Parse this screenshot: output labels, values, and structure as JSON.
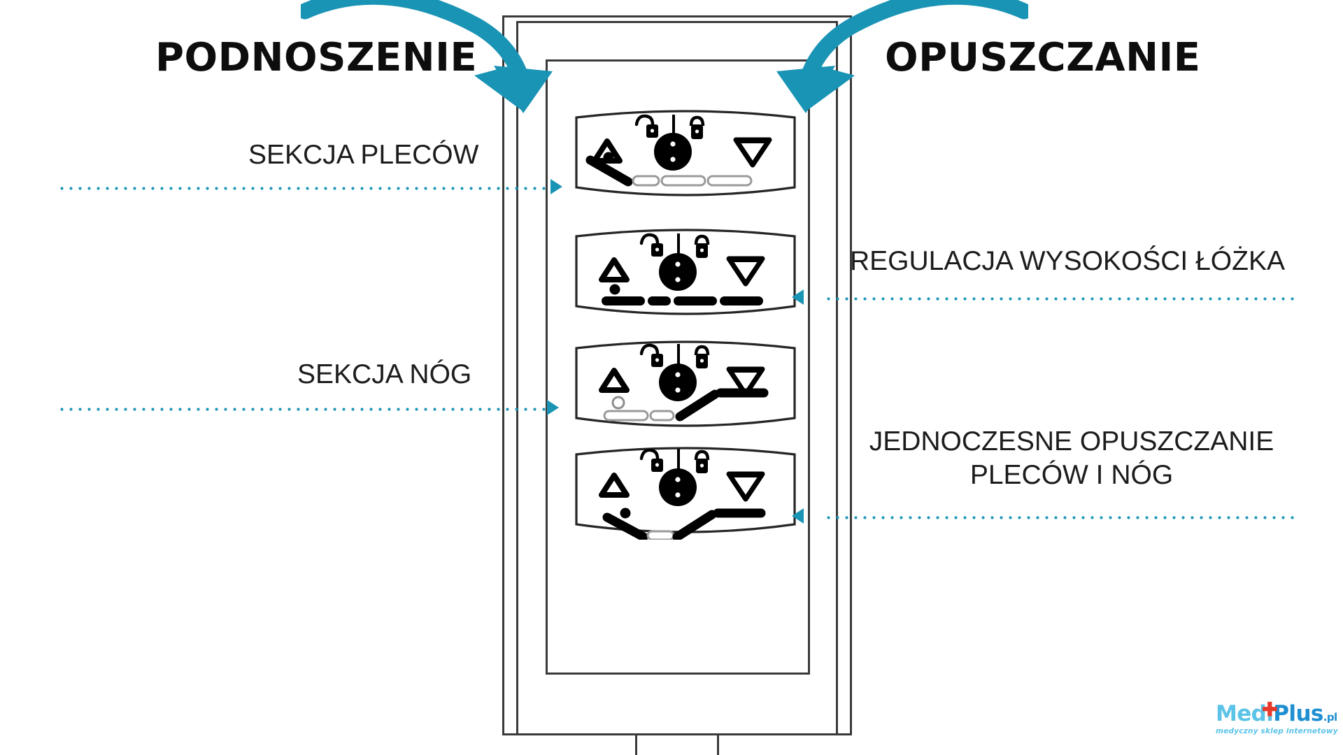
{
  "headings": {
    "left": "PODNOSZENIE",
    "right": "OPUSZCZANIE"
  },
  "callouts": {
    "back_section": "SEKCJA PLECÓW",
    "leg_section": "SEKCJA NÓG",
    "bed_height": "REGULACJA WYSOKOŚCI ŁÓŻKA",
    "both_sections": "JEDNOCZESNE OPUSZCZANIE PLECÓW I NÓG"
  },
  "colors": {
    "accent_teal": "#1a94b5",
    "outline_dark": "#3a3a3a",
    "text_dark": "#1c1c1c",
    "logo_blue": "#1f8fd1",
    "logo_light_blue": "#5bc3e8",
    "logo_red": "#e8392a"
  },
  "remote": {
    "device_name": "bed-remote-control",
    "panels": [
      {
        "id": "panel-back",
        "function": "back-section-adjustment",
        "icons": [
          "up-triangle-outline-icon",
          "unlock-icon",
          "divider-icon",
          "lock-icon",
          "down-triangle-filled-icon",
          "round-button-icon",
          "backrest-raised-pictogram-icon"
        ]
      },
      {
        "id": "panel-height",
        "function": "bed-height-adjustment",
        "icons": [
          "up-triangle-outline-icon",
          "unlock-icon",
          "divider-icon",
          "lock-icon",
          "down-triangle-filled-icon",
          "round-button-icon",
          "flat-bed-pictogram-icon"
        ]
      },
      {
        "id": "panel-legs",
        "function": "leg-section-adjustment",
        "icons": [
          "up-triangle-outline-icon",
          "unlock-icon",
          "divider-icon",
          "lock-icon",
          "down-triangle-filled-icon",
          "round-button-icon",
          "legrest-raised-pictogram-icon"
        ]
      },
      {
        "id": "panel-both",
        "function": "simultaneous-back-and-leg-adjustment",
        "icons": [
          "up-triangle-outline-icon",
          "unlock-icon",
          "divider-icon",
          "lock-icon",
          "down-triangle-filled-icon",
          "round-button-icon",
          "chair-position-pictogram-icon"
        ]
      }
    ]
  },
  "logo": {
    "part1": "Medi",
    "part2": "Plus",
    "domain": ".pl",
    "tagline": "medyczny sklep internetowy"
  }
}
